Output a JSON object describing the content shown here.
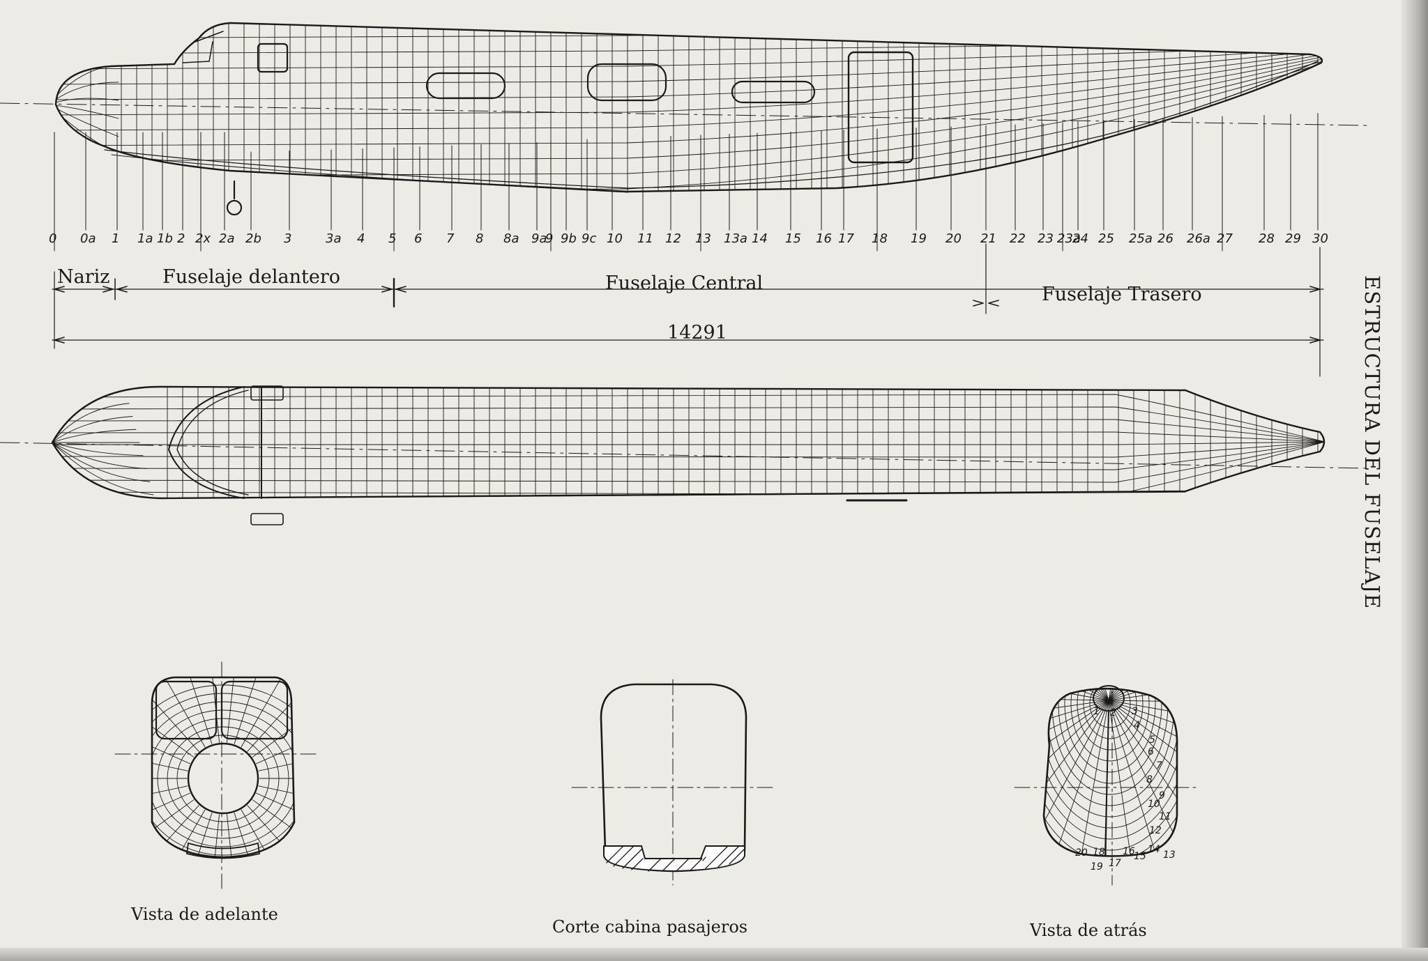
{
  "document": {
    "side_title": "ESTRUCTURA DEL FUSELAJE",
    "sections": {
      "nose": "Nariz",
      "forward": "Fuselaje delantero",
      "center": "Fuselaje Central",
      "rear": "Fuselaje Trasero"
    },
    "total_length": "14291",
    "stations": [
      "0",
      "0a",
      "1",
      "1a",
      "1b",
      "2",
      "2x",
      "2a",
      "2b",
      "3",
      "3a",
      "4",
      "5",
      "6",
      "7",
      "8",
      "8a",
      "9a",
      "9",
      "9b",
      "9c",
      "10",
      "11",
      "12",
      "13",
      "13a",
      "14",
      "15",
      "16",
      "17",
      "18",
      "19",
      "20",
      "21",
      "22",
      "23",
      "23a",
      "24",
      "25",
      "25a",
      "26",
      "26a",
      "27",
      "28",
      "29",
      "30"
    ],
    "views": {
      "front": "Vista de adelante",
      "section": "Corte cabina pasajeros",
      "rear": "Vista de atrás"
    },
    "rear_frame_numbers": [
      "1",
      "2",
      "3",
      "4",
      "5",
      "6",
      "7",
      "8",
      "9",
      "10",
      "11",
      "12",
      "13",
      "14",
      "15",
      "16",
      "17",
      "18",
      "19",
      "20"
    ]
  },
  "colors": {
    "paper": "#ecebe6",
    "ink": "#1a1a1a"
  }
}
